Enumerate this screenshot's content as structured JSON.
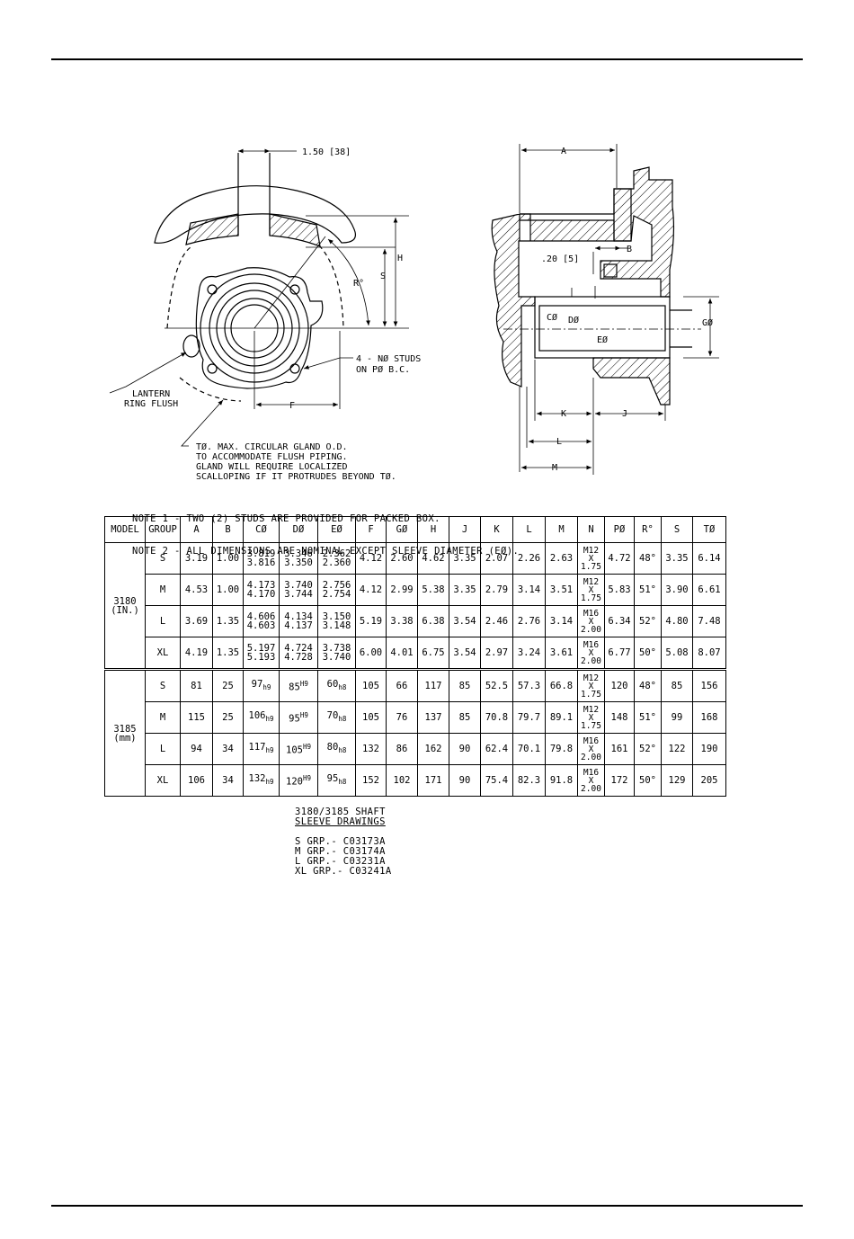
{
  "drawing_labels": {
    "dim_150": "1.50 [38]",
    "H": "H",
    "S": "S",
    "R": "R°",
    "studs_line1": "4 - NØ STUDS",
    "studs_line2": "ON PØ B.C.",
    "lantern_line1": "LANTERN",
    "lantern_line2": "RING FLUSH",
    "F": "F",
    "t_note_1": "TØ. MAX. CIRCULAR GLAND O.D.",
    "t_note_2": "TO ACCOMMODATE FLUSH PIPING.",
    "t_note_3": "GLAND WILL REQUIRE LOCALIZED",
    "t_note_4": "SCALLOPING IF IT PROTRUDES BEYOND TØ.",
    "A": "A",
    "B": "B",
    "dim_20": ".20 [5]",
    "C": "CØ",
    "D": "DØ",
    "G": "GØ",
    "E": "EØ",
    "K": "K",
    "J": "J",
    "L": "L",
    "M": "M"
  },
  "notes": {
    "note1": "NOTE 1 - TWO (2) STUDS ARE PROVIDED FOR PACKED BOX.",
    "note2": "NOTE 2 - ALL DIMENSIONS ARE NOMINAL EXCEPT SLEEVE DIAMETER (EØ)."
  },
  "table": {
    "headers": [
      "MODEL",
      "GROUP",
      "A",
      "B",
      "CØ",
      "DØ",
      "EØ",
      "F",
      "GØ",
      "H",
      "J",
      "K",
      "L",
      "M",
      "N",
      "PØ",
      "R°",
      "S",
      "TØ"
    ],
    "model_3180": {
      "line1": "3180",
      "line2": "(IN.)"
    },
    "model_3185": {
      "line1": "3185",
      "line2": "(mm)"
    },
    "rows_3180": [
      {
        "group": "S",
        "A": "3.19",
        "B": "1.00",
        "C1": "3.819",
        "C2": "3.816",
        "D1": "3.346",
        "D2": "3.350",
        "E1": "2.362",
        "E2": "2.360",
        "F": "4.12",
        "G": "2.60",
        "H": "4.62",
        "J": "3.35",
        "K": "2.07",
        "L": "2.26",
        "M": "2.63",
        "N1": "M12",
        "N2": "X",
        "N3": "1.75",
        "P": "4.72",
        "R": "48°",
        "S": "3.35",
        "T": "6.14"
      },
      {
        "group": "M",
        "A": "4.53",
        "B": "1.00",
        "C1": "4.173",
        "C2": "4.170",
        "D1": "3.740",
        "D2": "3.744",
        "E1": "2.756",
        "E2": "2.754",
        "F": "4.12",
        "G": "2.99",
        "H": "5.38",
        "J": "3.35",
        "K": "2.79",
        "L": "3.14",
        "M": "3.51",
        "N1": "M12",
        "N2": "X",
        "N3": "1.75",
        "P": "5.83",
        "R": "51°",
        "S": "3.90",
        "T": "6.61"
      },
      {
        "group": "L",
        "A": "3.69",
        "B": "1.35",
        "C1": "4.606",
        "C2": "4.603",
        "D1": "4.134",
        "D2": "4.137",
        "E1": "3.150",
        "E2": "3.148",
        "F": "5.19",
        "G": "3.38",
        "H": "6.38",
        "J": "3.54",
        "K": "2.46",
        "L": "2.76",
        "M": "3.14",
        "N1": "M16",
        "N2": "X",
        "N3": "2.00",
        "P": "6.34",
        "R": "52°",
        "S": "4.80",
        "T": "7.48"
      },
      {
        "group": "XL",
        "A": "4.19",
        "B": "1.35",
        "C1": "5.197",
        "C2": "5.193",
        "D1": "4.724",
        "D2": "4.728",
        "E1": "3.738",
        "E2": "3.740",
        "F": "6.00",
        "G": "4.01",
        "H": "6.75",
        "J": "3.54",
        "K": "2.97",
        "L": "3.24",
        "M": "3.61",
        "N1": "M16",
        "N2": "X",
        "N3": "2.00",
        "P": "6.77",
        "R": "50°",
        "S": "5.08",
        "T": "8.07"
      }
    ],
    "rows_3185": [
      {
        "group": "S",
        "A": "81",
        "B": "25",
        "C": "97",
        "Ctol": "h9",
        "D": "85",
        "Dtol": "H9",
        "E": "60",
        "Etol": "h8",
        "F": "105",
        "G": "66",
        "H": "117",
        "J": "85",
        "K": "52.5",
        "L": "57.3",
        "M": "66.8",
        "N1": "M12",
        "N2": "X",
        "N3": "1.75",
        "P": "120",
        "R": "48°",
        "S": "85",
        "T": "156"
      },
      {
        "group": "M",
        "A": "115",
        "B": "25",
        "C": "106",
        "Ctol": "h9",
        "D": "95",
        "Dtol": "H9",
        "E": "70",
        "Etol": "h8",
        "F": "105",
        "G": "76",
        "H": "137",
        "J": "85",
        "K": "70.8",
        "L": "79.7",
        "M": "89.1",
        "N1": "M12",
        "N2": "X",
        "N3": "1.75",
        "P": "148",
        "R": "51°",
        "S": "99",
        "T": "168"
      },
      {
        "group": "L",
        "A": "94",
        "B": "34",
        "C": "117",
        "Ctol": "h9",
        "D": "105",
        "Dtol": "H9",
        "E": "80",
        "Etol": "h8",
        "F": "132",
        "G": "86",
        "H": "162",
        "J": "90",
        "K": "62.4",
        "L": "70.1",
        "M": "79.8",
        "N1": "M16",
        "N2": "X",
        "N3": "2.00",
        "P": "161",
        "R": "52°",
        "S": "122",
        "T": "190"
      },
      {
        "group": "XL",
        "A": "106",
        "B": "34",
        "C": "132",
        "Ctol": "h9",
        "D": "120",
        "Dtol": "H9",
        "E": "95",
        "Etol": "h8",
        "F": "152",
        "G": "102",
        "H": "171",
        "J": "90",
        "K": "75.4",
        "L": "82.3",
        "M": "91.8",
        "N1": "M16",
        "N2": "X",
        "N3": "2.00",
        "P": "172",
        "R": "50°",
        "S": "129",
        "T": "205"
      }
    ]
  },
  "sleeve_refs": {
    "title1": "3180/3185 SHAFT",
    "title2": "SLEEVE DRAWINGS",
    "items": [
      "S GRP.- C03173A",
      "M GRP.- C03174A",
      "L GRP.- C03231A",
      "XL GRP.- C03241A"
    ]
  }
}
